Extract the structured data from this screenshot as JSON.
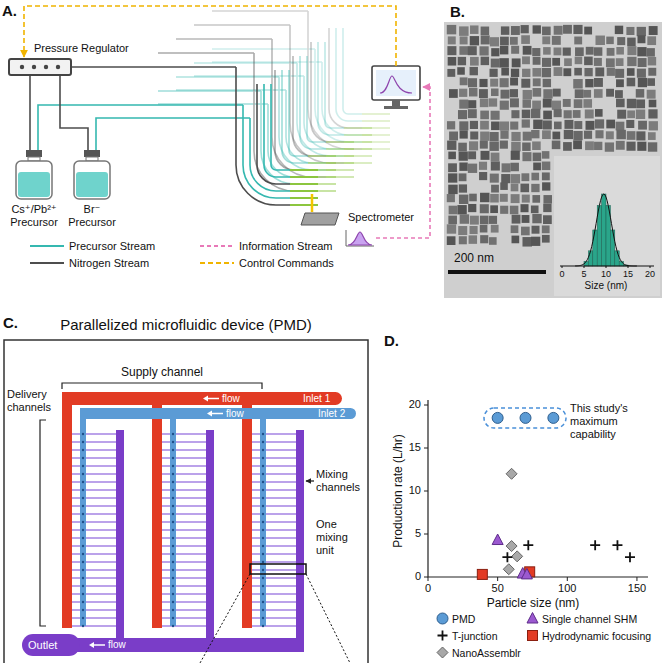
{
  "diagram": {
    "nodes": [
      {
        "text": [
          "Pressure Regulator"
        ]
      },
      {
        "text": [
          "Cs⁺/Pb²⁺ Precursor"
        ]
      },
      {
        "text": [
          "Br⁻ Precursor"
        ]
      },
      {
        "text": [
          "Spectrometer"
        ]
      }
    ],
    "edges": [
      {
        "from": 0,
        "to": 1,
        "arrow": "none"
      },
      {
        "from": 0,
        "to": 2,
        "arrow": "none"
      }
    ],
    "labels": [
      "A.",
      "B.",
      "200 nm",
      "0",
      "5",
      "10",
      "15",
      "20",
      "Size (nm)",
      "C.",
      "Parallelized microfluidic device (PMD)",
      "Supply channel",
      "flow",
      "Inlet 1",
      "flow",
      "Inlet 2",
      "Delivery channels",
      "Mixing channels",
      "One mixing unit",
      "Outlet",
      "flow",
      "D.",
      "This study's maximum capability",
      "Production rate (L/hr)",
      "20",
      "15",
      "10",
      "5",
      "0",
      "0",
      "50",
      "100",
      "150",
      "Particle size (nm)"
    ],
    "legend": [
      {
        "text": "Precursor Stream"
      },
      {
        "text": "Information Stream"
      },
      {
        "text": "Nitrogen Stream"
      },
      {
        "text": "Control Commands"
      },
      {
        "text": "PMD"
      },
      {
        "text": "Single channel SHM"
      },
      {
        "text": "T-junction"
      },
      {
        "text": "Hydrodynamic focusing"
      },
      {
        "text": "NanoAssemblr"
      }
    ]
  }
}
